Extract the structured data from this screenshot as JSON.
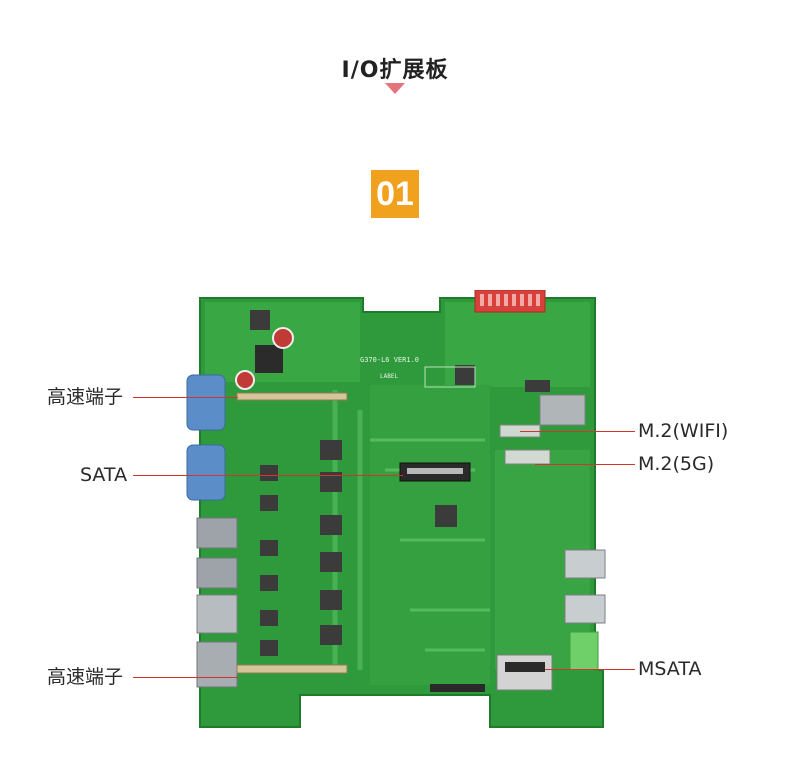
{
  "title": "I/O扩展板",
  "badge": "01",
  "board_text": {
    "version": "G370-L6 VER1.0",
    "label": "LABEL"
  },
  "callouts": {
    "left_top": "高速端子",
    "left_sata": "SATA",
    "left_bottom": "高速端子",
    "right_wifi": "M.2(WIFI)",
    "right_5g": "M.2(5G)",
    "right_msata": "MSATA"
  },
  "colors": {
    "accent": "#f0a21f",
    "arrow": "#e2747c",
    "leader": "#d0352f",
    "pcb": "#2f9a3b"
  }
}
